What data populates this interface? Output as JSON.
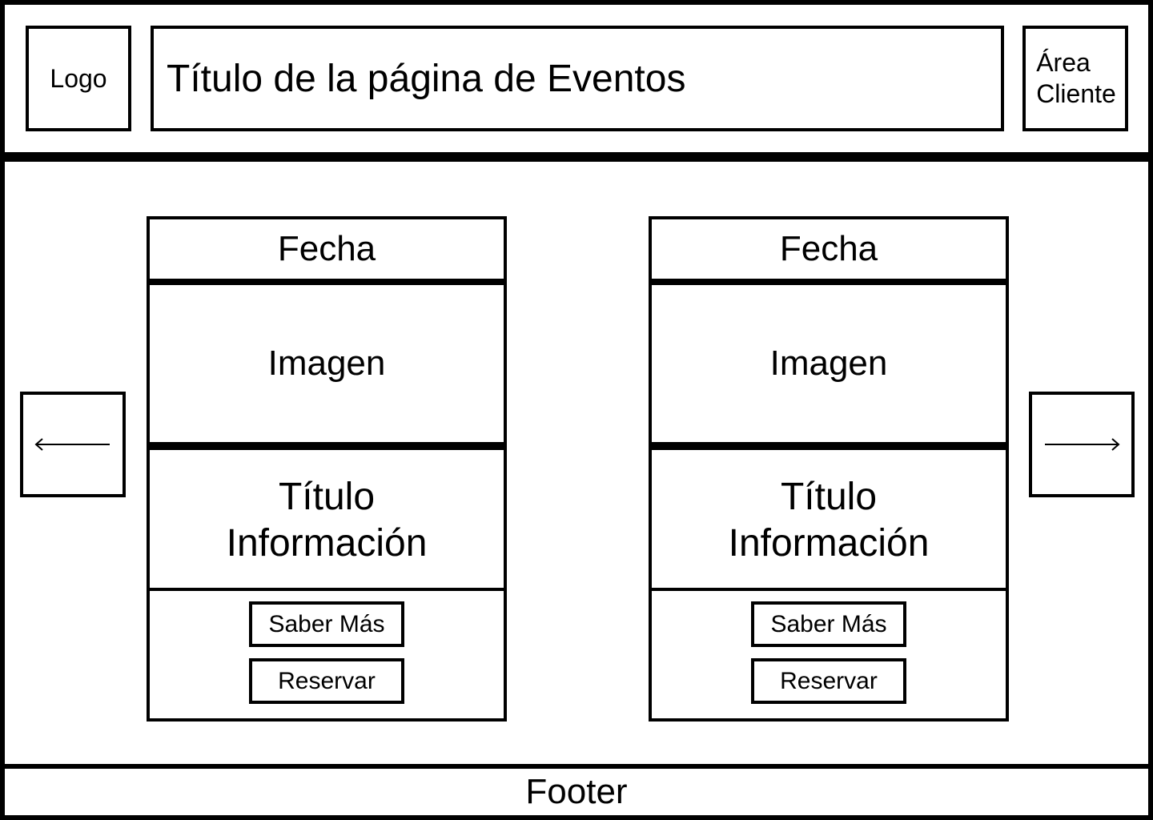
{
  "header": {
    "logo": "Logo",
    "title": "Título de la página de Eventos",
    "client_area": [
      "Área",
      "Cliente"
    ]
  },
  "carousel": {
    "prev_icon": "arrow-left-icon",
    "next_icon": "arrow-right-icon",
    "cards": [
      {
        "date": "Fecha",
        "image": "Imagen",
        "title": "Título",
        "info": "Información",
        "more_label": "Saber Más",
        "book_label": "Reservar"
      },
      {
        "date": "Fecha",
        "image": "Imagen",
        "title": "Título",
        "info": "Información",
        "more_label": "Saber Más",
        "book_label": "Reservar"
      }
    ]
  },
  "footer": {
    "label": "Footer"
  }
}
